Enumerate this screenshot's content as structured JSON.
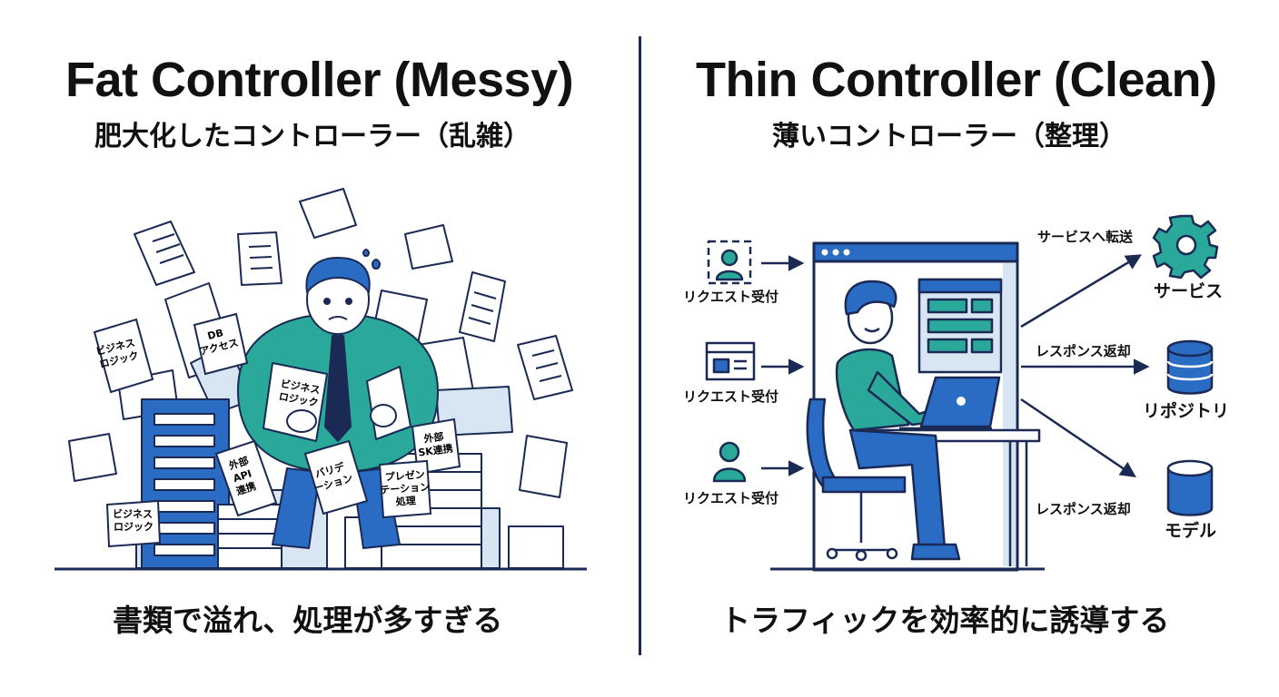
{
  "left": {
    "title": "Fat Controller (Messy)",
    "subtitle": "肥大化したコントローラー（乱雑）",
    "caption": "書類で溢れ、処理が多すぎる",
    "doc_labels": {
      "business_logic_1": [
        "ビジネス",
        "ロジック"
      ],
      "db_access": [
        "DB",
        "アクセス"
      ],
      "business_logic_held": [
        "ビジネス",
        "ロジック"
      ],
      "external_sdk": [
        "外部",
        "SK連携"
      ],
      "external_api": [
        "外部",
        "API",
        "連携"
      ],
      "validation": [
        "バリデ",
        "ーション"
      ],
      "presentation": [
        "プレゼン",
        "テーション",
        "処理"
      ],
      "business_logic_2": [
        "ビジネス",
        "ロジック"
      ]
    }
  },
  "right": {
    "title": "Thin Controller (Clean)",
    "subtitle": "薄いコントローラー（整理）",
    "caption": "トラフィックを効率的に誘導する",
    "requests": [
      "リクエスト受付",
      "リクエスト受付",
      "リクエスト受付"
    ],
    "flows": [
      "サービスへ転送",
      "レスポンス返却",
      "レスポンス返却"
    ],
    "services": [
      "サービス",
      "リポジトリ",
      "モデル"
    ]
  },
  "colors": {
    "navy": "#1a2a55",
    "blue": "#2a6bc4",
    "teal": "#2aa89a",
    "paper_shadow": "#d7e6f2"
  },
  "icons": {
    "request_1": "user-frame-icon",
    "request_2": "browser-window-icon",
    "request_3": "user-icon",
    "service": "gear-icon",
    "repository": "database-icon",
    "model": "cylinder-icon"
  }
}
